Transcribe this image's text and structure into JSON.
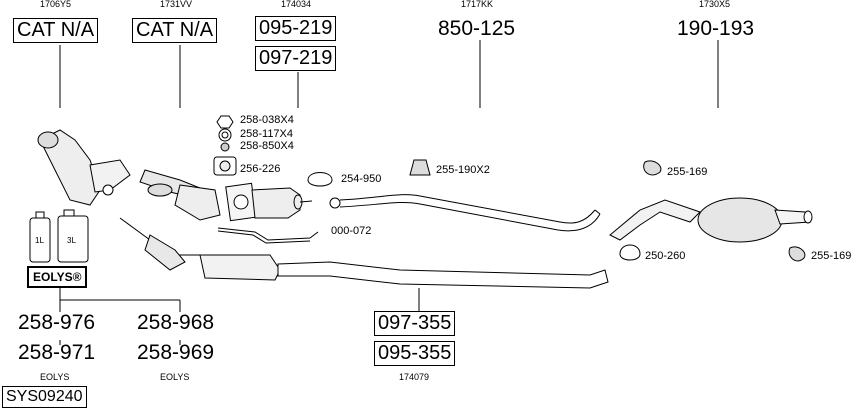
{
  "top_codes": {
    "c1": "1706Y5",
    "c2": "1731VV",
    "c3": "174034",
    "c4": "1717KK",
    "c5": "1730X5"
  },
  "boxes": {
    "cat1": "CAT N/A",
    "cat2": "CAT N/A",
    "p095_219": "095-219",
    "p097_219": "097-219",
    "p097_355": "097-355",
    "p095_355": "095-355",
    "sys": "SYS09240"
  },
  "plain_numbers": {
    "p850_125": "850-125",
    "p190_193": "190-193",
    "p258_976": "258-976",
    "p258_971": "258-971",
    "p258_968": "258-968",
    "p258_969": "258-969"
  },
  "part_labels": {
    "l258_038": "258-038X4",
    "l258_117": "258-117X4",
    "l258_850": "258-850X4",
    "l256_226": "256-226",
    "l254_950": "254-950",
    "l255_190": "255-190X2",
    "l000_072": "000-072",
    "l255_169a": "255-169",
    "l250_260": "250-260",
    "l255_169b": "255-169"
  },
  "bottom": {
    "eolys1": "EOLYS",
    "eolys2": "EOLYS",
    "code174079": "174079",
    "eolys_logo": "EOLYS®",
    "bottle_small": "1L",
    "bottle_big": "3L"
  }
}
